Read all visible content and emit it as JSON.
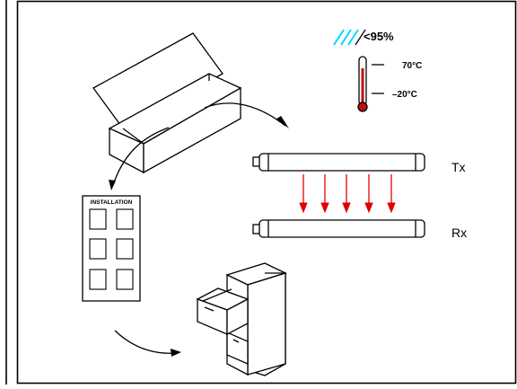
{
  "humidity": {
    "label": "<95%",
    "hatch_color": "#00d8ff"
  },
  "thermometer": {
    "max_label": "70°C",
    "min_label": "–20°C",
    "fluid_color": "#c01010"
  },
  "beams": {
    "tx_label": "Tx",
    "rx_label": "Rx",
    "arrow_color": "#e00000",
    "arrow_count": 5
  },
  "manual": {
    "title": "INSTALLATION"
  }
}
